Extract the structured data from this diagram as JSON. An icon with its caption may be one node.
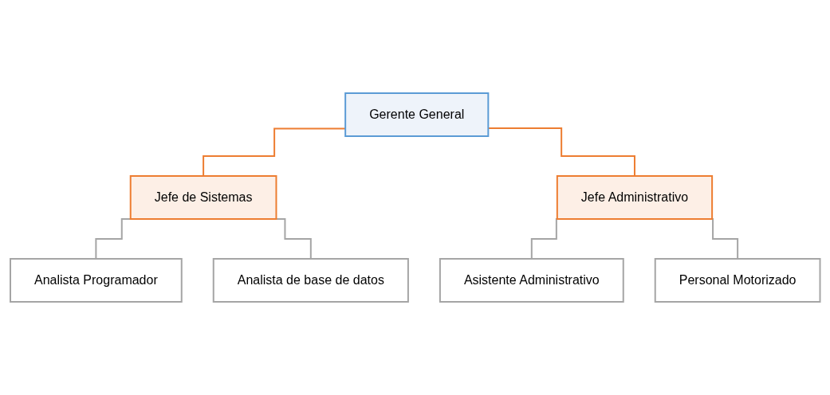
{
  "diagram": {
    "nodes": [
      {
        "text": [
          "Gerente General"
        ]
      },
      {
        "text": [
          "Jefe de Sistemas"
        ]
      },
      {
        "text": [
          "Jefe Administrativo"
        ]
      },
      {
        "text": [
          "Analista Programador"
        ]
      },
      {
        "text": [
          "Analista de base de datos"
        ]
      },
      {
        "text": [
          "Asistente Administrativo"
        ]
      },
      {
        "text": [
          "Personal Motorizado"
        ]
      }
    ],
    "edges": [
      {
        "from": 0,
        "to": 1,
        "arrow": "none",
        "color": "#ed7d31"
      },
      {
        "from": 0,
        "to": 2,
        "arrow": "none",
        "color": "#ed7d31"
      },
      {
        "from": 1,
        "to": 3,
        "arrow": "none"
      },
      {
        "from": 1,
        "to": 4,
        "arrow": "none"
      },
      {
        "from": 2,
        "to": 5,
        "arrow": "none"
      },
      {
        "from": 2,
        "to": 6,
        "arrow": "none"
      }
    ]
  }
}
